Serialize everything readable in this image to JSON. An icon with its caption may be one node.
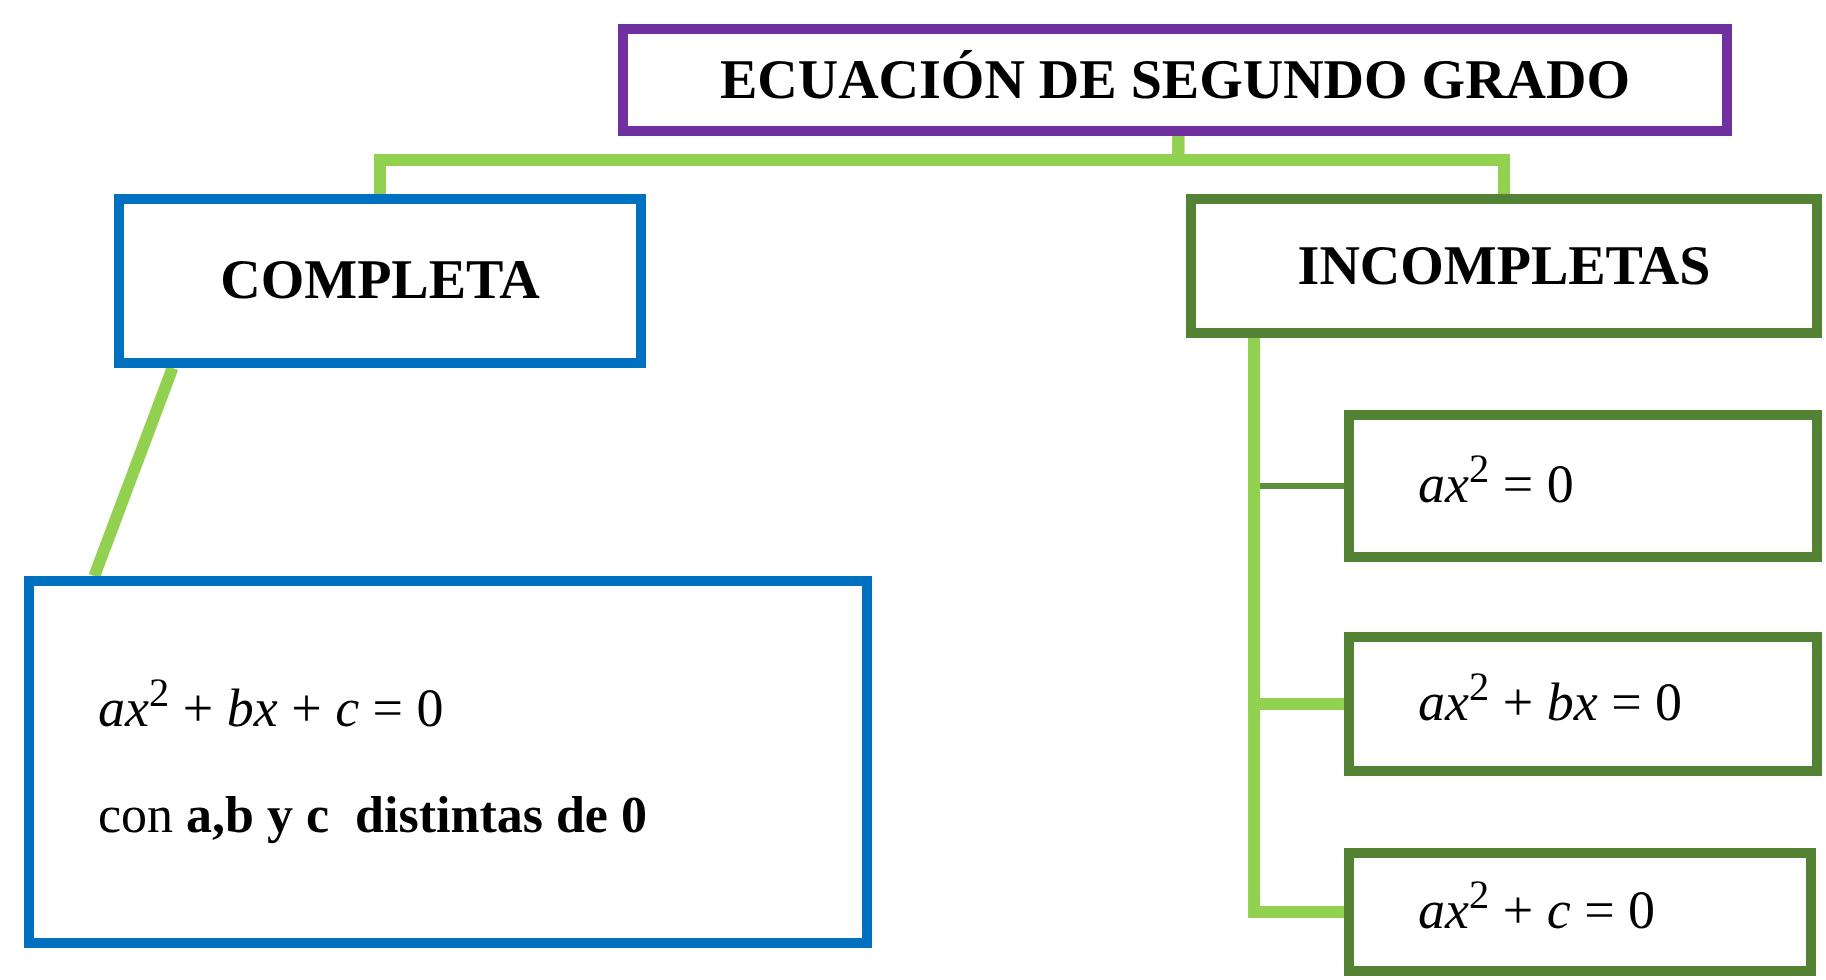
{
  "diagram": {
    "nodes": [
      {
        "text": [
          "ECUACIÓN DE SEGUNDO GRADO"
        ]
      },
      {
        "text": [
          "COMPLETA"
        ]
      },
      {
        "text": [
          "INCOMPLETAS"
        ]
      },
      {
        "text": [
          "*ax*$^{2}$ + *bx* + *c* = 0",
          "con **a,b y c  distintas de 0**"
        ]
      },
      {
        "text": [
          "*ax*$^{2}$ = 0"
        ]
      },
      {
        "text": [
          "*ax*$^{2}$ + *bx* = 0"
        ]
      },
      {
        "text": [
          "*ax*$^{2}$ + *c* = 0"
        ]
      }
    ],
    "edges": [
      {
        "from": 0,
        "to": 1,
        "arrow": "none"
      },
      {
        "from": 0,
        "to": 2,
        "arrow": "none"
      },
      {
        "from": 1,
        "to": 3,
        "arrow": "none"
      },
      {
        "from": 2,
        "to": 4,
        "arrow": "none",
        "color": "#5b8f3a"
      },
      {
        "from": 2,
        "to": 5,
        "arrow": "none"
      },
      {
        "from": 2,
        "to": 6,
        "arrow": "none"
      }
    ]
  }
}
